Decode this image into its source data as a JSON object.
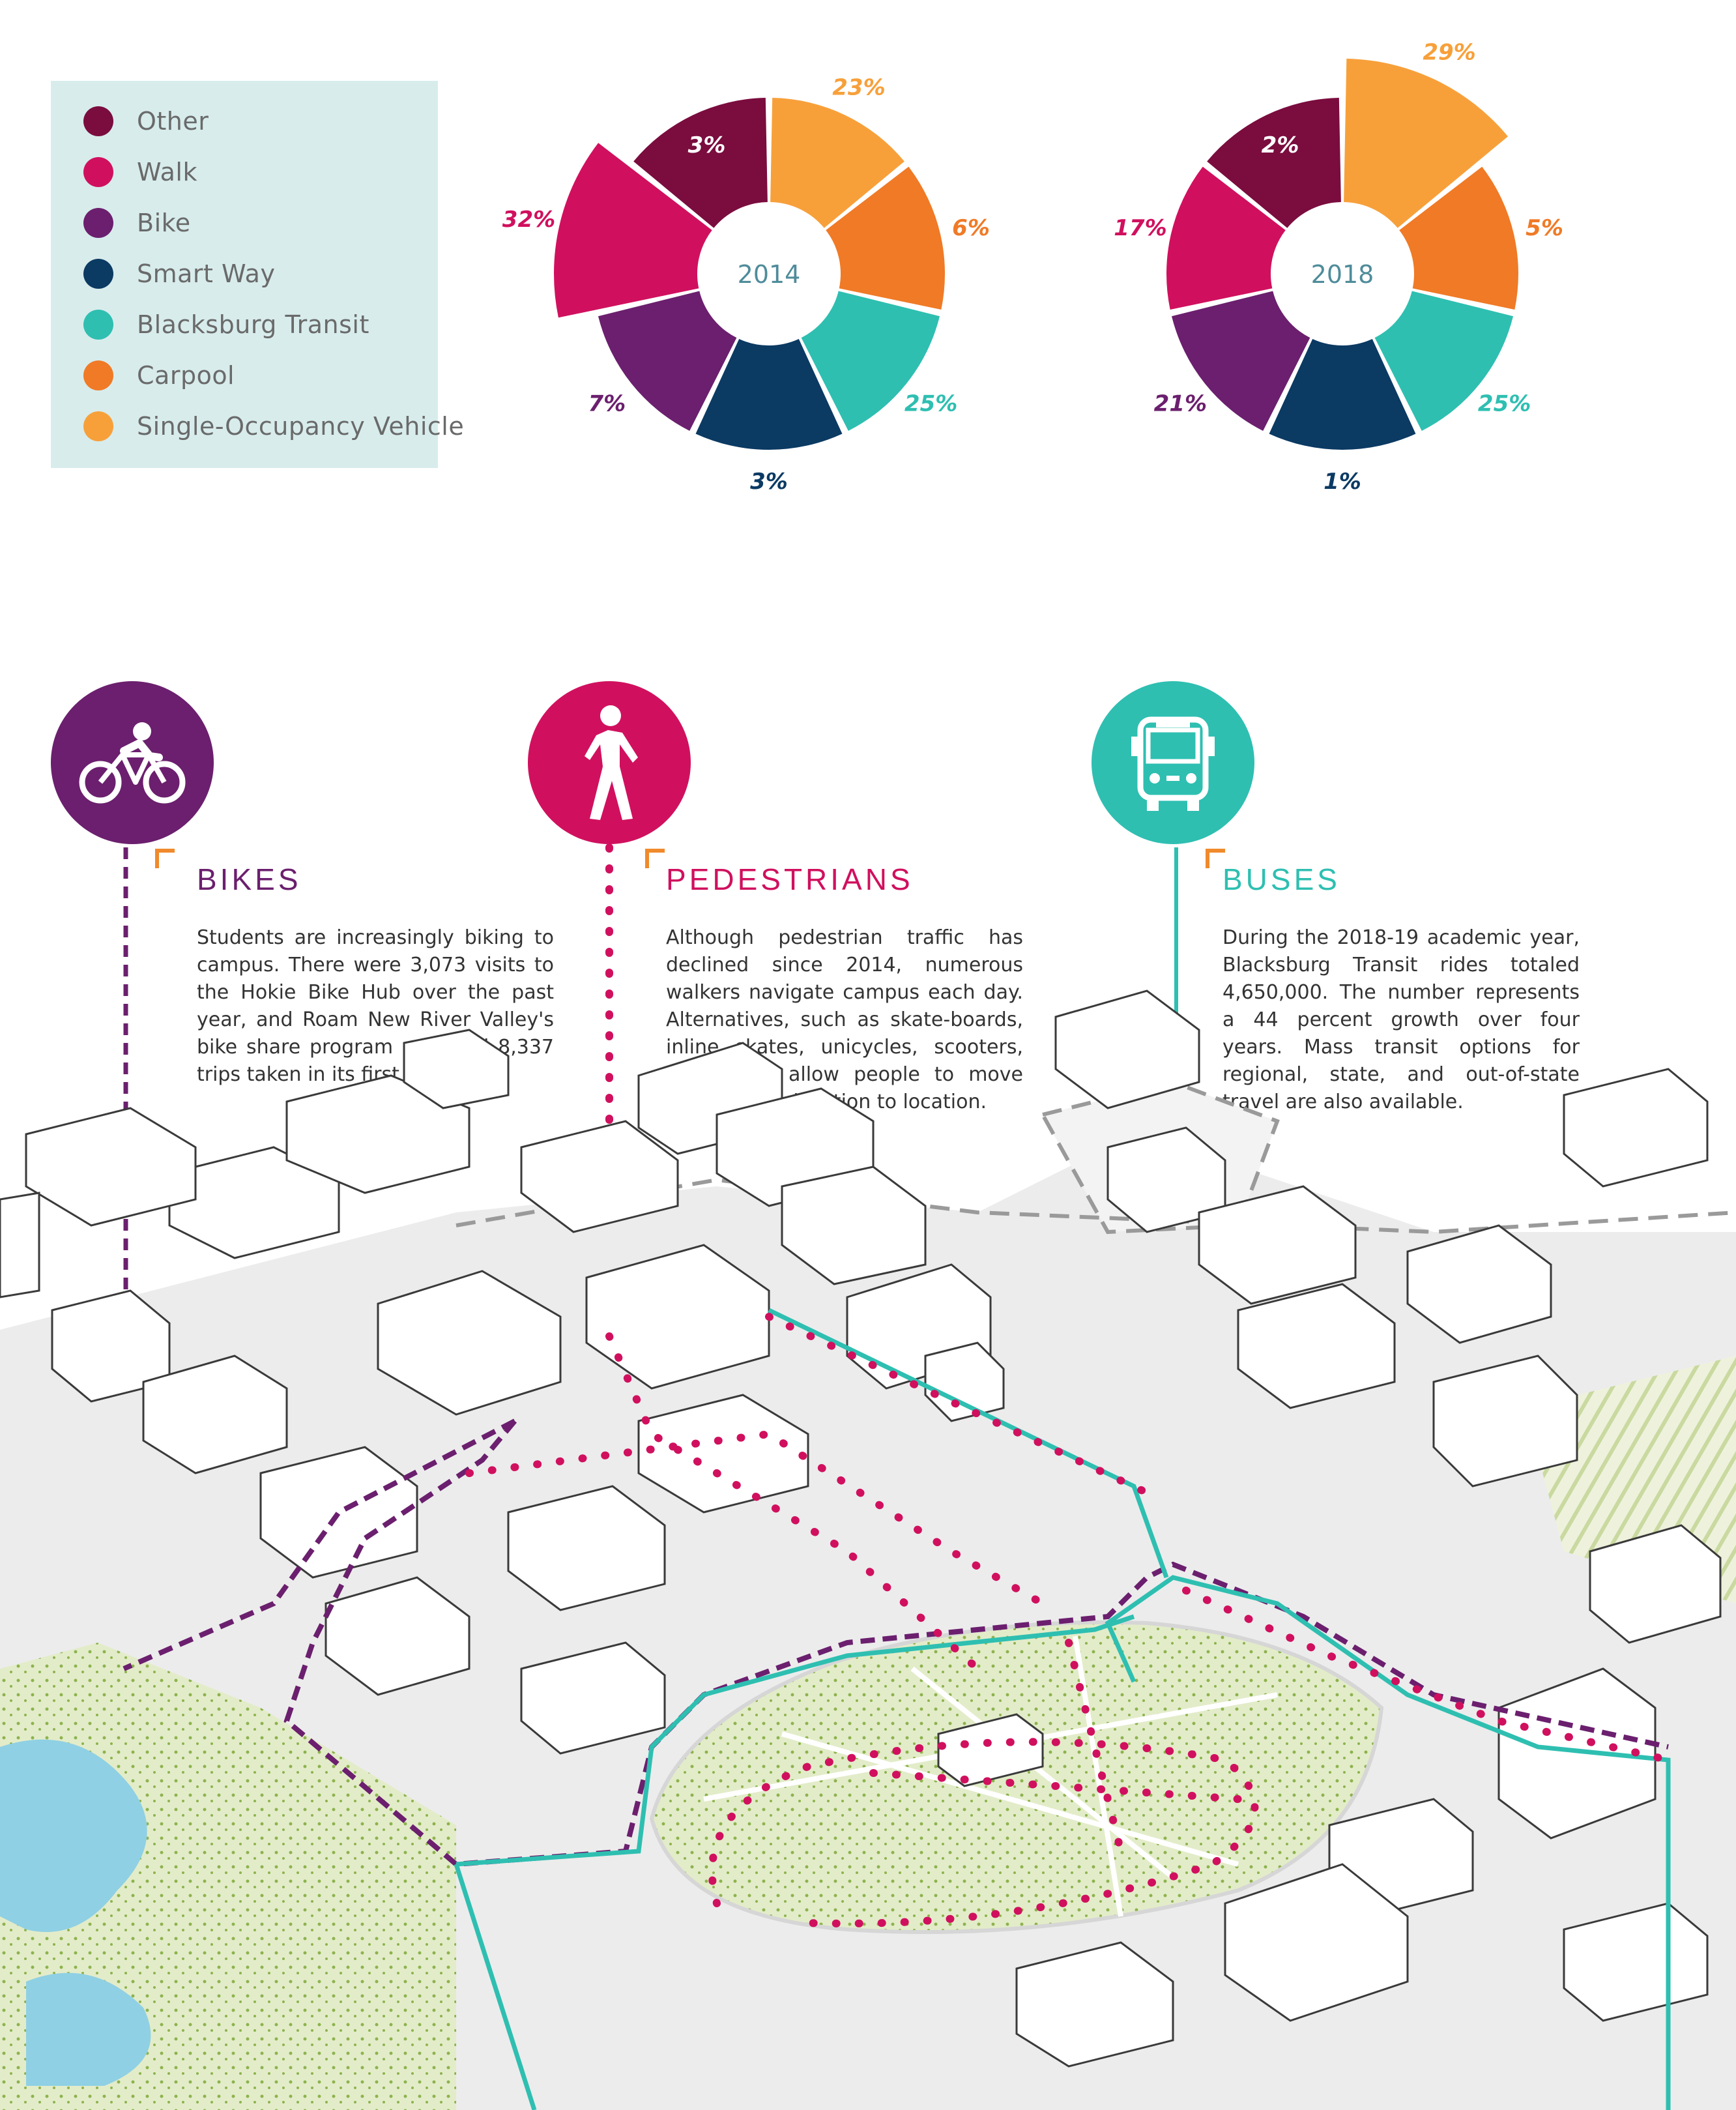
{
  "legend": {
    "items": [
      {
        "label": "Other",
        "color": "#7a0c3e"
      },
      {
        "label": "Walk",
        "color": "#d0105e"
      },
      {
        "label": "Bike",
        "color": "#6b1f6e"
      },
      {
        "label": "Smart Way",
        "color": "#0b3a63"
      },
      {
        "label": "Blacksburg Transit",
        "color": "#2ebfb1"
      },
      {
        "label": "Carpool",
        "color": "#f07a26"
      },
      {
        "label": "Single-Occupancy Vehicle",
        "color": "#f7a03a"
      }
    ]
  },
  "chart_data": [
    {
      "type": "pie",
      "center_label": "2014",
      "slices": [
        {
          "series": "Single-Occupancy Vehicle",
          "value": 23,
          "label": "23%"
        },
        {
          "series": "Carpool",
          "value": 6,
          "label": "6%"
        },
        {
          "series": "Blacksburg Transit",
          "value": 25,
          "label": "25%"
        },
        {
          "series": "Smart Way",
          "value": 3,
          "label": "3%"
        },
        {
          "series": "Bike",
          "value": 7,
          "label": "7%"
        },
        {
          "series": "Walk",
          "value": 32,
          "label": "32%"
        },
        {
          "series": "Other",
          "value": 3,
          "label": "3%"
        }
      ]
    },
    {
      "type": "pie",
      "center_label": "2018",
      "slices": [
        {
          "series": "Single-Occupancy Vehicle",
          "value": 29,
          "label": "29%"
        },
        {
          "series": "Carpool",
          "value": 5,
          "label": "5%"
        },
        {
          "series": "Blacksburg Transit",
          "value": 25,
          "label": "25%"
        },
        {
          "series": "Smart Way",
          "value": 1,
          "label": "1%"
        },
        {
          "series": "Bike",
          "value": 21,
          "label": "21%"
        },
        {
          "series": "Walk",
          "value": 17,
          "label": "17%"
        },
        {
          "series": "Other",
          "value": 2,
          "label": "2%"
        }
      ]
    }
  ],
  "sections": {
    "bikes": {
      "title": "BIKES",
      "color": "#6b1f6e",
      "icon": "bicycle-icon",
      "body": "Students are increasingly biking to campus. There were 3,073 visits to the Hokie Bike Hub over the past year, and Roam New River Valley's bike share program recorded 8,337 trips taken in its first year."
    },
    "pedestrians": {
      "title": "PEDESTRIANS",
      "color": "#d0105e",
      "icon": "pedestrian-icon",
      "body": "Although pedestrian traffic has declined since 2014, numerous walkers navigate campus each day. Alternatives, such as skate-boards, inline skates, unicycles, scooters, and more, allow people to move quickly from location to location."
    },
    "buses": {
      "title": "BUSES",
      "color": "#2ebfb1",
      "icon": "bus-icon",
      "body": "During the 2018-19 academic year, Blacksburg Transit rides totaled 4,650,000. The number represents a 44 percent growth over four years. Mass transit options for regional, state, and out-of-state travel are also available."
    }
  }
}
